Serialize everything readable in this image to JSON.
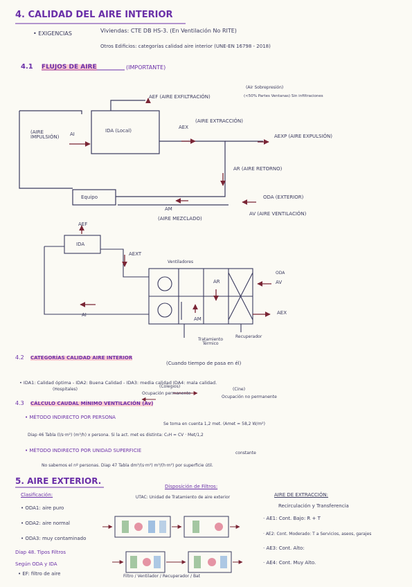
{
  "section4": {
    "title": "4. CALIDAD DEL AIRE INTERIOR",
    "exigencias": "• EXIGENCIAS",
    "viviendas": "Viviendas: CTE DB HS-3. (En Ventilación No RITE)",
    "otros": "Otros Edificios: categorías calidad aire interior (UNE-EN 16798 - 2018)",
    "s41_num": "4.1",
    "s41_title": "FLUJOS DE AIRE",
    "s41_note": "(IMPORTANTE)"
  },
  "diagram1": {
    "aef": "AEF (AIRE EXFILTRACIÓN)",
    "aef_note1": "(Air Sobrepresión)",
    "aef_note2": "(<50% Partes Ventanas) Sin infiltraciones",
    "aire_impulsion": "(AIRE IMPULSIÓN)",
    "ai": "AI",
    "ida_box": "IDA (Local)",
    "aex": "AEX",
    "aire_extraccion": "(AIRE EXTRACCIÓN)",
    "aexp": "AEXP (AIRE EXPULSIÓN)",
    "ar": "AR (AIRE RETORNO)",
    "equipo": "Equipo",
    "oda": "ODA (EXTERIOR)",
    "am": "AM",
    "aire_mezclado": "(AIRE MEZCLADO)",
    "av": "AV (AIRE VENTILACIÓN)"
  },
  "diagram2": {
    "aef": "AEF",
    "ida": "IDA",
    "aext": "AEXT",
    "ventiladores": "Ventiladores",
    "ar": "AR",
    "oda": "ODA",
    "av": "AV",
    "am": "AM",
    "ai": "AI",
    "aex": "AEX",
    "tratamiento": "Tratamiento Térmico",
    "recuperador": "Recuperador"
  },
  "s42": {
    "num": "4.2",
    "title": "CATEGORÍAS CALIDAD AIRE INTERIOR",
    "note": "(Cuando tiempo de pasa en él)",
    "line": "• IDA1: Calidad óptima - IDA2: Buena Calidad - IDA3: media calidad IDA4: mala calidad.",
    "hospitales": "(Hospitales)",
    "colegios": "(Colegios)",
    "cine": "(Cine)",
    "ocup_perm": "Ocupación permanente",
    "ocup_no_perm": "Ocupación no permanente"
  },
  "s43": {
    "num": "4.3",
    "title": "CÁLCULO CAUDAL MÍNIMO VENTILACIÓN (Av)",
    "m1": "• MÉTODO INDIRECTO POR PERSONA",
    "m1_note": "Se toma en cuenta 1,2 met. (Amet = 58,2 W/m²)",
    "m1_line2": "Diap 46 Tabla (l/s·m²) (m³/h) x persona. Si la act. met es distinta: C₂H = CV · Met/1,2",
    "m1_small": "constante",
    "m2": "• MÉTODO INDIRECTO POR UNIDAD SUPERFICIE",
    "m2_line": "No sabemos el nº personas. Diap 47 Tabla dm³/(s·m²) m³/(h·m²) por superficie útil."
  },
  "s5": {
    "title": "5. AIRE EXTERIOR.",
    "clasificacion": "Clasificación:",
    "oda1": "• ODA1: aire puro",
    "oda2": "• ODA2: aire normal",
    "oda3": "• ODA3: muy contaminado",
    "diap48": "Diap 48. Tipos Filtros",
    "segun": "Según ODA y IDA",
    "ef": "• EF: filtro de aire",
    "disposicion": "Disposición de Filtros:",
    "utac": "UTAC: Unidad de Tratamiento de aire exterior",
    "caption": "Filtro / Ventilador / Recuperador / Bat",
    "aire_extr": "AIRE DE EXTRACCIÓN:",
    "recirc": "Recirculación y Transferencia",
    "ae1": "· AE1: Cont. Bajo: R + T",
    "ae2": "· AE2: Cont. Moderado: T a Servicios, aseos, garajes",
    "ae3": "· AE3: Cont. Alto:",
    "ae4": "· AE4: Cont. Muy Alto."
  },
  "colors": {
    "ink": "#3a3a5e",
    "heading": "#6a2fa8",
    "arrow": "#7a2535",
    "highlight": "#ff7896"
  }
}
